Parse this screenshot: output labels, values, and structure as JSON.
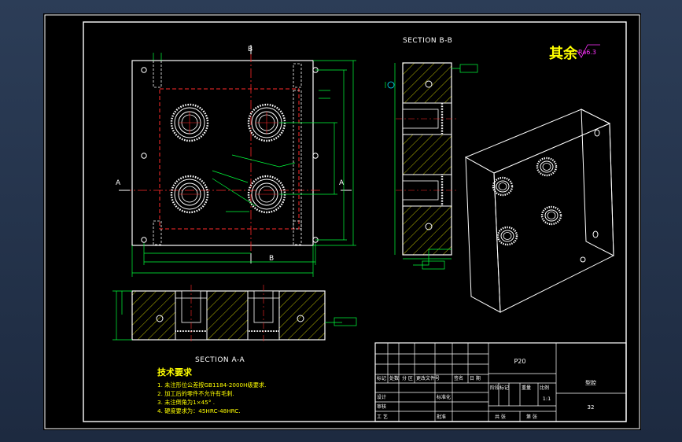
{
  "colors": {
    "background": "#000000",
    "outer_bg": "#22324a",
    "frame": "#ffffff",
    "geometry": "#ffffff",
    "dimension": "#00ff3c",
    "centerline": "#ff2a2a",
    "hatch": "#e8e800",
    "datum": "#00e5ff",
    "title_accent": "#ffff00",
    "roughness_value": "#ff33ff"
  },
  "views": {
    "section_bb": "SECTION B-B",
    "section_aa": "SECTION A-A",
    "cut_label_a": "A",
    "cut_label_b": "B"
  },
  "roughness": {
    "label": "其余",
    "value": "Ra6.3"
  },
  "notes": {
    "title": "技术要求",
    "items": [
      "1. 未注形位公差按GB1184-2000H级要求.",
      "2. 加工后的零件不允许有毛刺.",
      "3. 未注倒角为1×45° .",
      "4. 硬度要求为：45HRC-48HRC."
    ]
  },
  "title_block": {
    "part_name": "P20",
    "material": "型腔",
    "scale": "1:1",
    "drawing_no": "32",
    "headers": {
      "marks": "标记",
      "count": "处数",
      "zone": "分 区",
      "change_doc": "更改文件号",
      "signature": "签名",
      "date": "日 期",
      "design": "设计",
      "standardize": "标准化",
      "stage_mark": "阶段标记",
      "weight": "重量",
      "scale_h": "比例",
      "review": "审核",
      "process": "工 艺",
      "approve": "批准",
      "sheet_total": "共 张",
      "sheet_no": "第 张"
    }
  }
}
